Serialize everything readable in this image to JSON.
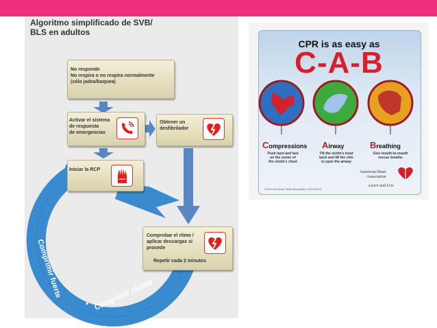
{
  "flowchart": {
    "title": [
      "Algoritmo simplificado de SVB/",
      "BLS en adultos"
    ],
    "box_no_responde": [
      "No responde",
      "No respira o no respira normalmente",
      "(sólo jadea/boquea)"
    ],
    "box_activar": [
      "Activar el sistema",
      "de respuesta",
      "de emergencias"
    ],
    "box_obtener": [
      "Obtener un",
      "desfibrilador"
    ],
    "box_rcp": [
      "Iniciar la RCP"
    ],
    "box_comprobar": [
      "Comprobar el ritmo /",
      "aplicar descargas si",
      "procede"
    ],
    "box_repetir": "Repetir cada 2 minutos",
    "loop_left": "Comprimir fuerte",
    "loop_right": "Comprimir rápido",
    "loop_dot": "•",
    "colors": {
      "arrow": "#5b86c4",
      "loop": "#3a8ad0",
      "icon": "#e02020"
    },
    "icons": [
      "phone-icon",
      "defibrillator-heart-icon",
      "hands-icon"
    ]
  },
  "cab_card": {
    "title": "CPR is as easy as",
    "big_text": "C-A-B",
    "compressions": {
      "cap": "C",
      "rest": "ompressions",
      "desc": [
        "Push hard and fast",
        "on the center of",
        "the victim's chest"
      ]
    },
    "airway": {
      "cap": "A",
      "rest": "irway",
      "desc": [
        "Tilt the victim's head",
        "back and lift the chin",
        "to open the airway"
      ]
    },
    "breathing": {
      "cap": "B",
      "rest": "reathing",
      "desc": [
        "Give mouth-to-mouth",
        "rescue breaths"
      ]
    },
    "aha": [
      "American Heart",
      "Association"
    ],
    "learn": "Learn and Live",
    "copyright": "©2010 American Heart Association 10/10/2010",
    "colors": {
      "c_circle": "#2f6fc0",
      "a_circle": "#3caa3c",
      "b_circle": "#e8a020",
      "brand_red": "#d4202a"
    }
  }
}
